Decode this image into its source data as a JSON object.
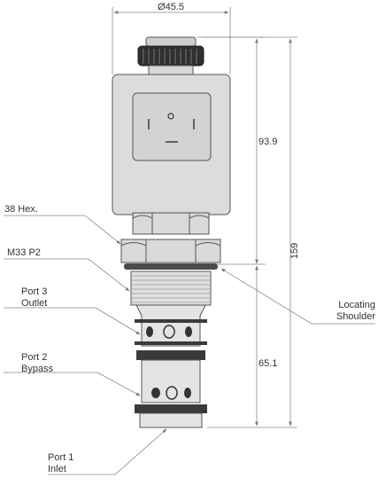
{
  "dimensions": {
    "body_diameter": "Ø45.5",
    "coil_height": "93.9",
    "overall_length": "159",
    "cartridge_length": "65.1"
  },
  "labels": {
    "hex": "38 Hex.",
    "thread": "M33 P2",
    "port3_name": "Port 3",
    "port3_desc": "Outlet",
    "port2_name": "Port 2",
    "port2_desc": "Bypass",
    "port1_name": "Port 1",
    "port1_desc": "Inlet",
    "shoulder_line1": "Locating",
    "shoulder_line2": "Shoulder"
  },
  "colors": {
    "body_gray": "#dcdcdc",
    "dark_gray": "#3a3a3a",
    "outline": "#555555",
    "leader": "#888888"
  }
}
